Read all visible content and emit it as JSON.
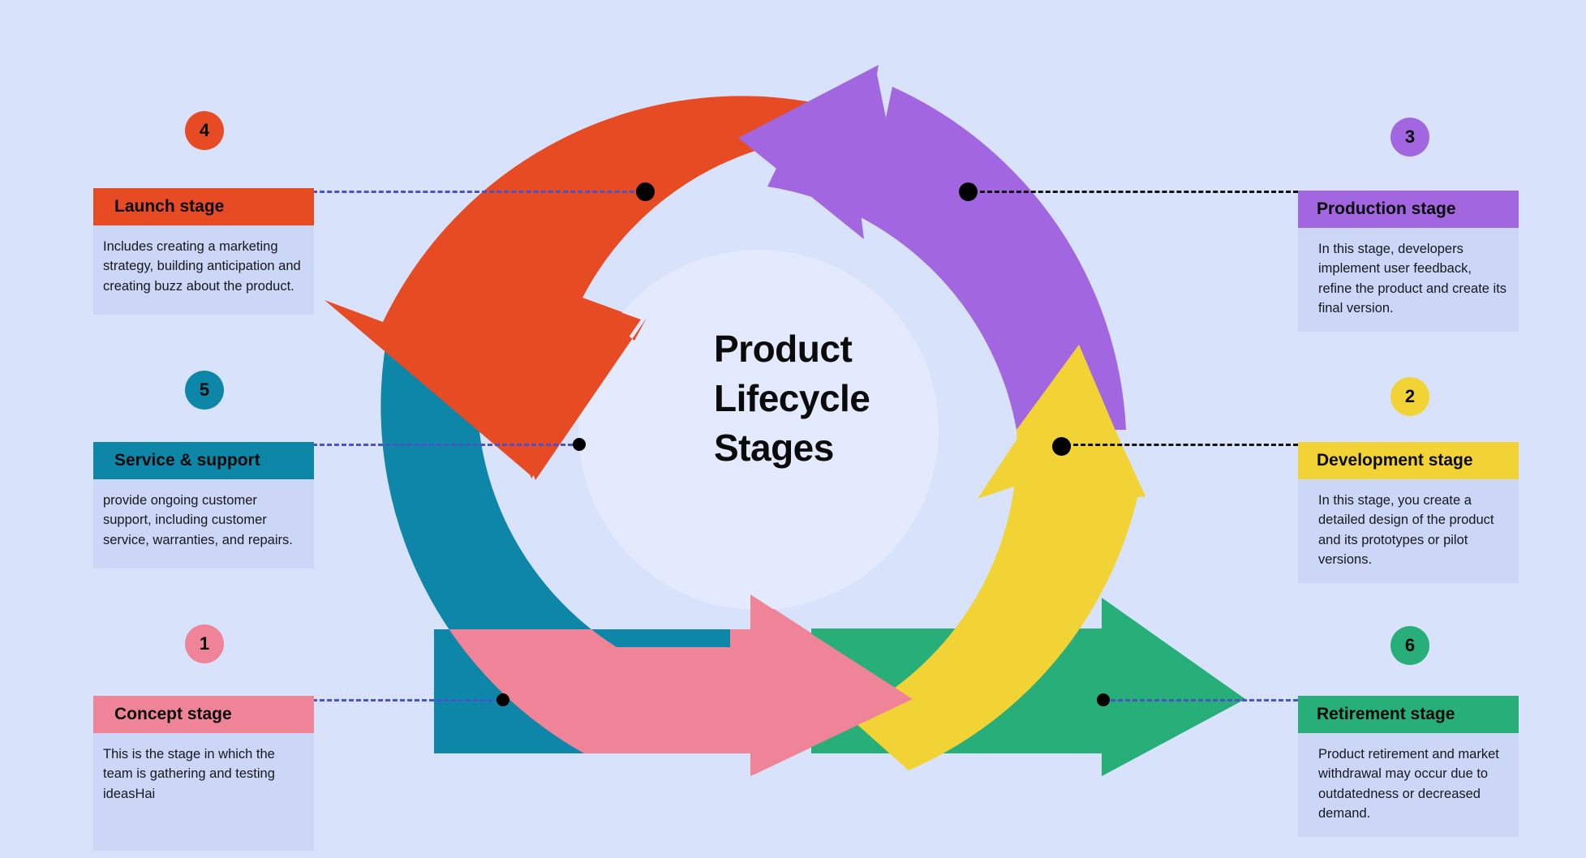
{
  "page": {
    "background_color": "#d9e2fb",
    "center_title_lines": [
      "Product",
      "Lifecycle",
      "Stages"
    ],
    "center_title": "Product Lifecycle Stages"
  },
  "palette": {
    "concept_pink": "#ef8498",
    "development_yellow": "#f2d335",
    "production_purple": "#a166e0",
    "launch_orange": "#e64b23",
    "service_teal": "#0e86a8",
    "retirement_green": "#27ae79",
    "card_body": "#ccd6f7",
    "inner_circle": "#e3eafd",
    "dash_blue": "#4a54c9",
    "dash_black": "#101010",
    "text": "#0a0a0a"
  },
  "stages": [
    {
      "number": "1",
      "title": "Concept stage",
      "description": "This is the stage in which the team is gathering and testing ideasHai",
      "color": "#ef8498",
      "side": "left",
      "arrow_name": "concept-arrow"
    },
    {
      "number": "2",
      "title": "Development stage",
      "description": " In this stage, you create a detailed design of the product and its prototypes or pilot versions.",
      "color": "#f2d335",
      "side": "right",
      "arrow_name": "development-arrow"
    },
    {
      "number": "3",
      "title": "Production stage",
      "description": "In this stage, developers implement user feedback, refine the product and create its final version.",
      "color": "#a166e0",
      "side": "right",
      "arrow_name": "production-arrow"
    },
    {
      "number": "4",
      "title": "Launch stage",
      "description": "Includes creating a marketing strategy, building anticipation and creating buzz about the product.",
      "color": "#e64b23",
      "side": "left",
      "arrow_name": "launch-arrow"
    },
    {
      "number": "5",
      "title": "Service & support",
      "description": "   provide ongoing customer support, including customer service, warranties, and repairs.",
      "color": "#0e86a8",
      "side": "left",
      "arrow_name": "service-arrow"
    },
    {
      "number": "6",
      "title": "Retirement stage",
      "description": "Product retirement and market withdrawal may occur due to outdatedness or decreased demand.",
      "color": "#27ae79",
      "side": "right",
      "arrow_name": "retirement-arrow"
    }
  ]
}
